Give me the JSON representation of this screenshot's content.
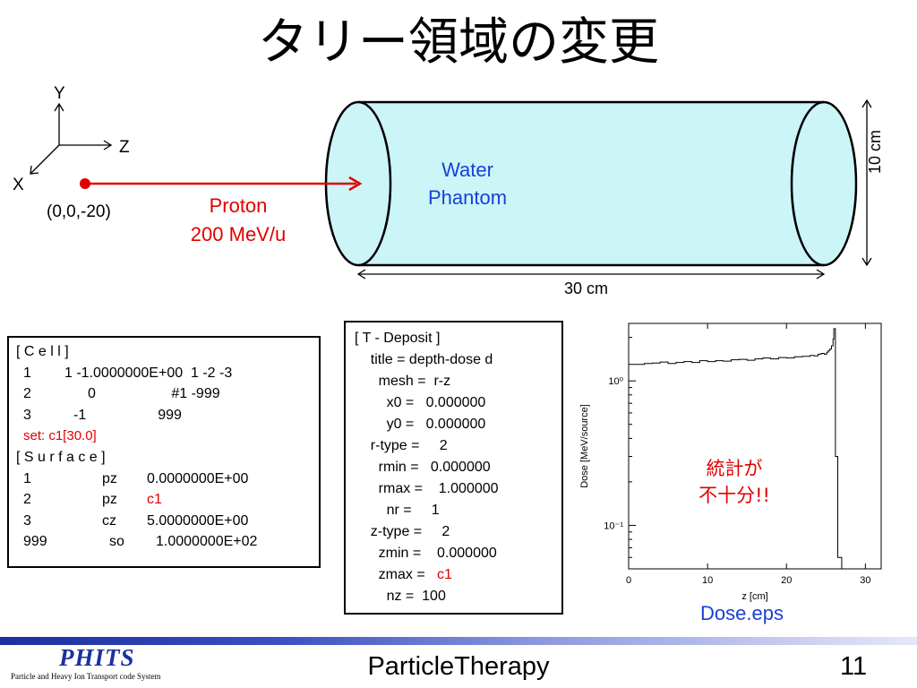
{
  "slide": {
    "title": "タリー領域の変更",
    "footer_center": "ParticleTherapy",
    "page_number": "11",
    "logo_text": "PHITS",
    "logo_subtitle": "Particle and Heavy Ion Transport code System"
  },
  "geometry_diagram": {
    "axis_y": "Y",
    "axis_z": "Z",
    "axis_x": "X",
    "source_position": "(0,0,-20)",
    "beam_label_1": "Proton",
    "beam_label_2": "200 MeV/u",
    "phantom_label_1": "Water",
    "phantom_label_2": "Phantom",
    "diameter_label": "10 cm",
    "length_label": "30 cm",
    "phantom_fill": "#ccf5f8",
    "beam_color": "#e00000",
    "phantom_text_color": "#1a3fd6"
  },
  "cell_surface_box": {
    "cell_header": "[ C e l l ]",
    "cells": [
      {
        "c1": "1",
        "c2": "1 -1.0000000E+00  1 -2 -3"
      },
      {
        "c1": "2",
        "c2": "0                   #1 -999"
      },
      {
        "c1": "3",
        "c2": "-1                  999"
      }
    ],
    "set_line": "set: c1[30.0]",
    "surface_header": "[ S u r f a c e ]",
    "surfaces": [
      {
        "id": "1",
        "type": "pz",
        "value": "0.0000000E+00",
        "highlight": false
      },
      {
        "id": "2",
        "type": "pz",
        "value": "c1",
        "highlight": true
      },
      {
        "id": "3",
        "type": "cz",
        "value": "5.0000000E+00",
        "highlight": false
      },
      {
        "id": "999",
        "type": "so",
        "value": "1.0000000E+02",
        "highlight": false
      }
    ]
  },
  "deposit_box": {
    "lines": [
      "[ T - Deposit ]",
      "    title = depth-dose d",
      "      mesh =  r-z",
      "        x0 =   0.000000",
      "        y0 =   0.000000",
      "    r-type =     2",
      "      rmin =   0.000000",
      "      rmax =    1.000000",
      "        nr =     1",
      "    z-type =     2",
      "      zmin =    0.000000"
    ],
    "zmax_prefix": "      zmax =   ",
    "zmax_value": "c1",
    "nz_line": "        nz =  100"
  },
  "annotation": {
    "line1": "統計が",
    "line2": "不十分!!",
    "file_label": "Dose.eps"
  },
  "chart_data": {
    "type": "line",
    "xlabel": "z [cm]",
    "ylabel": "Dose [MeV/source]",
    "xlim": [
      0,
      32
    ],
    "ylim_log": [
      0.05,
      2.5
    ],
    "yscale": "log",
    "x_ticks": [
      "0",
      "10",
      "20",
      "30"
    ],
    "y_ticks": [
      "10⁰",
      "10⁻¹"
    ],
    "step": 0.3,
    "series": [
      {
        "values": [
          1.3,
          1.3,
          1.32,
          1.33,
          1.35,
          1.32,
          1.34,
          1.36,
          1.34,
          1.38,
          1.36,
          1.38,
          1.37,
          1.4,
          1.41,
          1.39,
          1.42,
          1.44,
          1.42,
          1.45,
          1.44,
          1.47,
          1.48,
          1.5,
          1.49,
          1.53,
          1.55,
          1.53,
          1.58,
          1.62,
          1.66,
          1.75,
          1.95,
          2.3,
          0.3,
          0.06
        ],
        "x": [
          0,
          1,
          2,
          3,
          4,
          5,
          6,
          7,
          8,
          9,
          10,
          11,
          12,
          13,
          14,
          15,
          16,
          17,
          18,
          19,
          20,
          21,
          22,
          23,
          23.5,
          24,
          24.4,
          24.8,
          25.1,
          25.3,
          25.5,
          25.7,
          25.9,
          26.0,
          26.2,
          26.5
        ]
      }
    ]
  }
}
